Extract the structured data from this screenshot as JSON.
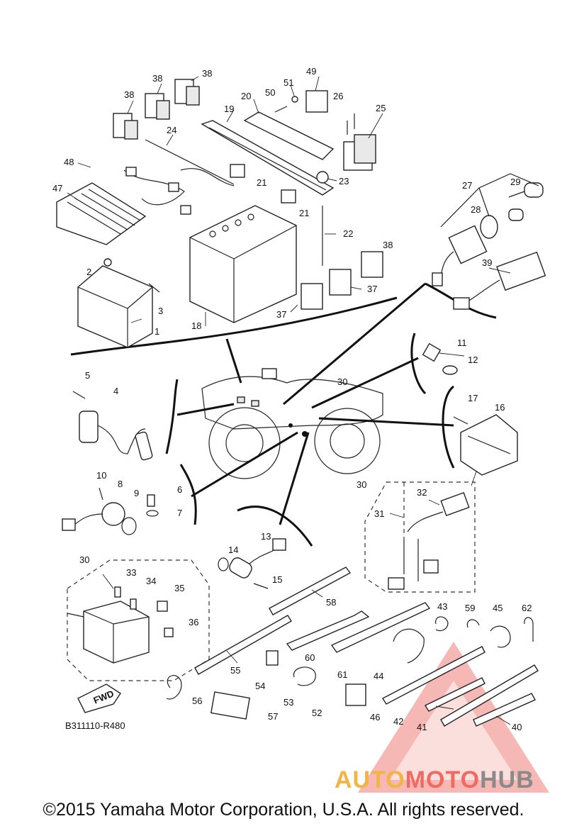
{
  "diagram": {
    "labels": [
      "1",
      "2",
      "3",
      "4",
      "5",
      "6",
      "7",
      "8",
      "9",
      "10",
      "11",
      "12",
      "13",
      "14",
      "15",
      "16",
      "17",
      "18",
      "19",
      "20",
      "21",
      "22",
      "23",
      "24",
      "25",
      "26",
      "27",
      "28",
      "29",
      "30",
      "31",
      "32",
      "33",
      "34",
      "35",
      "36",
      "37",
      "38",
      "39",
      "40",
      "41",
      "42",
      "43",
      "44",
      "45",
      "46",
      "47",
      "48",
      "49",
      "50",
      "51",
      "52",
      "53",
      "54",
      "55",
      "56",
      "57",
      "58",
      "59",
      "60",
      "61",
      "62"
    ],
    "fwd_label": "FWD",
    "doc_code": "B311110-R480",
    "copyright": "©2015 Yamaha Motor Corporation, U.S.A. All rights reserved."
  },
  "watermark": {
    "part1": "AUTO",
    "part2": "MOTO",
    "part3": "HUB",
    "colors": {
      "auto": "#f2b544",
      "moto": "#ee6b63",
      "hub": "#8a8a8a",
      "triangle": "#e8463c"
    }
  }
}
